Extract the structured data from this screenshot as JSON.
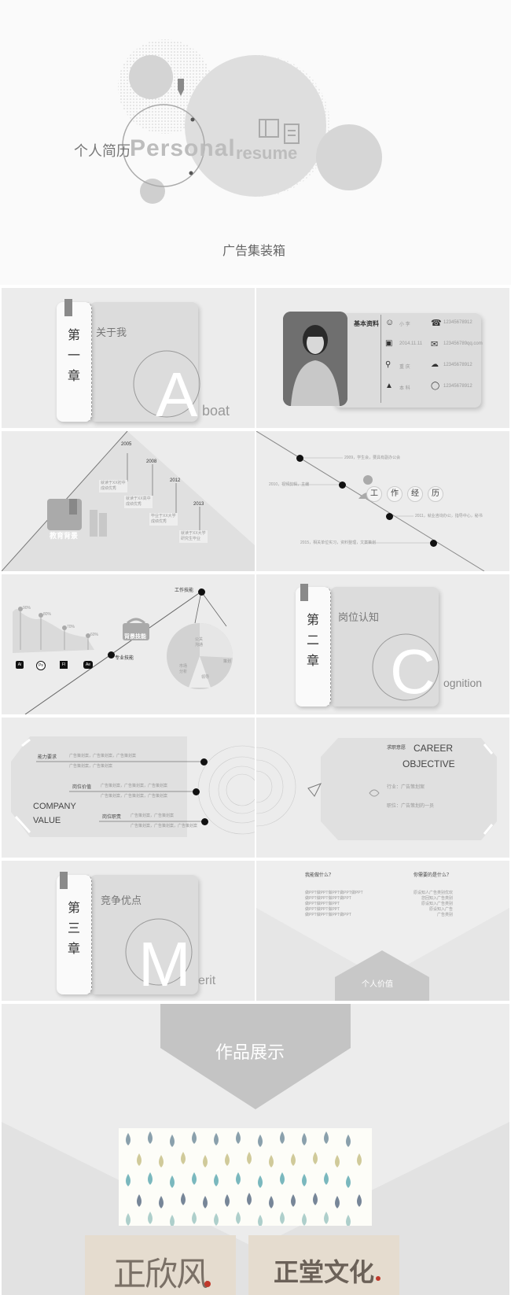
{
  "cover": {
    "title_cn": "个人简历",
    "title_en_1": "Personal",
    "title_en_2": "resume",
    "subtitle": "广告集装箱"
  },
  "chapter1": {
    "numeral": [
      "第",
      "一",
      "章"
    ],
    "title": "关于我",
    "letter": "A",
    "word_rest": "boat"
  },
  "profile": {
    "label": "基本资料",
    "rows": [
      {
        "left": "小 李",
        "right": "12345678912"
      },
      {
        "left": "2014.11.11",
        "right": "123456789qq.com"
      },
      {
        "left": "重 庆",
        "right": "12345678912"
      },
      {
        "left": "本 科",
        "right": "12345678912"
      }
    ]
  },
  "education": {
    "label": "教育背景",
    "years": [
      "2005",
      "2008",
      "2012",
      "2013"
    ],
    "items": [
      [
        "就读于XX初中",
        "成绩优秀"
      ],
      [
        "就读于XX高中",
        "成绩优秀"
      ],
      [
        "毕业于XX大学",
        "成绩优秀"
      ],
      [
        "就读于XX大学",
        "研究生毕业"
      ]
    ]
  },
  "work": {
    "title_chars": [
      "工",
      "作",
      "经",
      "历"
    ],
    "items": [
      "2009，学生会，要具有副办公会",
      "2010，视频剪辑，主编",
      "2011，就业咨询办公，指导中心，秘书",
      "2015，相关单位实习，资料整理，文案策划"
    ]
  },
  "skills": {
    "label": "背景技能",
    "top_label": "工作技能",
    "bottom_label": "专业技能",
    "percents": [
      "90%",
      "80%",
      "70%",
      "60%"
    ],
    "apps": [
      "Ai",
      "Ps",
      "Fl",
      "Ae"
    ],
    "pie_labels": [
      "公关沟通",
      "策划",
      "领导",
      "市场分析"
    ]
  },
  "chapter2": {
    "numeral": [
      "第",
      "二",
      "章"
    ],
    "title": "岗位认知",
    "letter": "C",
    "word_rest": "ognition"
  },
  "company": {
    "line1": "COMPANY",
    "line2": "VALUE",
    "rows": [
      {
        "label": "能力要求",
        "text": [
          "广告策划案，广告策划案，广告策划案",
          "广告策划案，广告策划案"
        ]
      },
      {
        "label": "岗位价值",
        "text": [
          "广告策划案，广告策划案，广告策划案",
          "广告策划案，广告策划案，广告策划案"
        ]
      },
      {
        "label": "岗位职责",
        "text": [
          "广告策划案，广告策划案",
          "广告策划案，广告策划案，广告策划案"
        ]
      }
    ]
  },
  "career": {
    "small": "求职意愿",
    "line1": "CAREER",
    "line2": "OBJECTIVE",
    "row1": "行业：广告策划案",
    "row2": "职位：广告策划的一员"
  },
  "chapter3": {
    "numeral": [
      "第",
      "三",
      "章"
    ],
    "title": "竞争优点",
    "letter": "M",
    "word_rest": "erit"
  },
  "value": {
    "q_left": "我能做什么？",
    "q_right": "你需要的是什么？",
    "left_lines": [
      "做PPT做PPT做PPT做PPT做PPT",
      "做PPT做PPT做PPT做PPT",
      "做PPT做PPT做PPT",
      "做PPT做PPT做PPT",
      "做PPT做PPT做PPT做PPT"
    ],
    "right_lines": [
      "原设知人广告类别优欢",
      "您回知入广告类别",
      "原设知入广告类别",
      "原设知入广告",
      "广告类别"
    ],
    "label": "个人价值"
  },
  "works": {
    "title": "作品展示",
    "logo1": "正欣风",
    "logo2": "正堂文化"
  }
}
